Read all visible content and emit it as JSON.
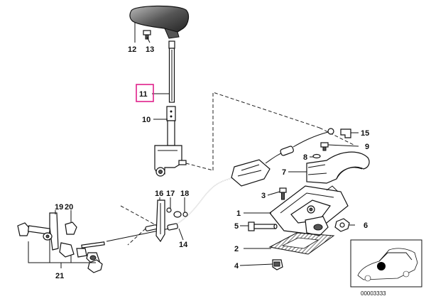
{
  "diagram": {
    "reference_code": "00003333",
    "highlighted_label": "11",
    "labels": {
      "l1": "1",
      "l2": "2",
      "l3": "3",
      "l4": "4",
      "l5": "5",
      "l6": "6",
      "l7": "7",
      "l8": "8",
      "l9": "9",
      "l10": "10",
      "l11": "11",
      "l12": "12",
      "l13": "13",
      "l14": "14",
      "l15": "15",
      "l16": "16",
      "l17": "17",
      "l18": "18",
      "l19": "19",
      "l20": "20",
      "l21": "21"
    }
  }
}
